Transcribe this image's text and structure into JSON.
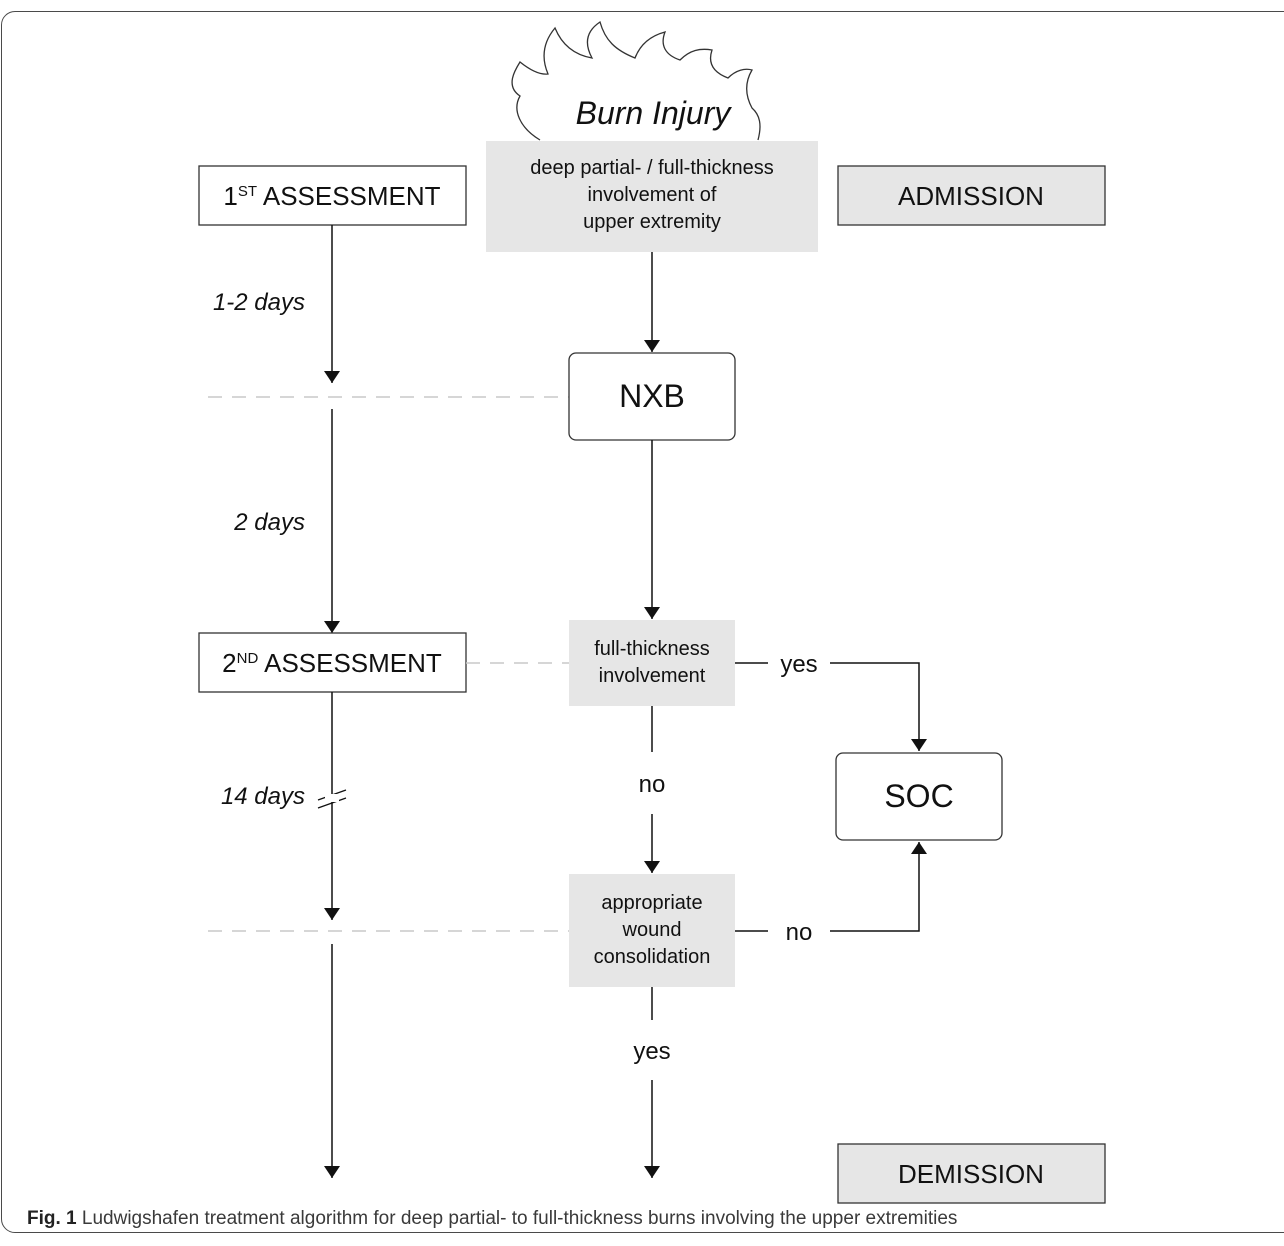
{
  "diagram": {
    "burn_title": "Burn Injury",
    "top_box": [
      "deep partial- / full-thickness",
      "involvement of",
      "upper extremity"
    ],
    "admission": "ADMISSION",
    "demission": "DEMISSION",
    "first_assessment": {
      "num": "1",
      "sup": "ST",
      "text": " ASSESSMENT"
    },
    "second_assessment": {
      "num": "2",
      "sup": "ND",
      "text": " ASSESSMENT"
    },
    "nxb": "NXB",
    "soc": "SOC",
    "full_thickness": [
      "full-thickness",
      "involvement"
    ],
    "wound": [
      "appropriate",
      "wound",
      "consolidation"
    ],
    "yes1": "yes",
    "no1": "no",
    "no2": "no",
    "yes2": "yes",
    "days1": "1-2 days",
    "days2": "2 days",
    "days3": "14 days"
  },
  "caption": {
    "label": "Fig. 1",
    "text": " Ludwigshafen treatment algorithm for deep partial- to full-thickness burns involving the upper extremities"
  },
  "colors": {
    "box_fill": "#e6e6e6",
    "dash": "#c8c8c8",
    "line": "#111111"
  }
}
